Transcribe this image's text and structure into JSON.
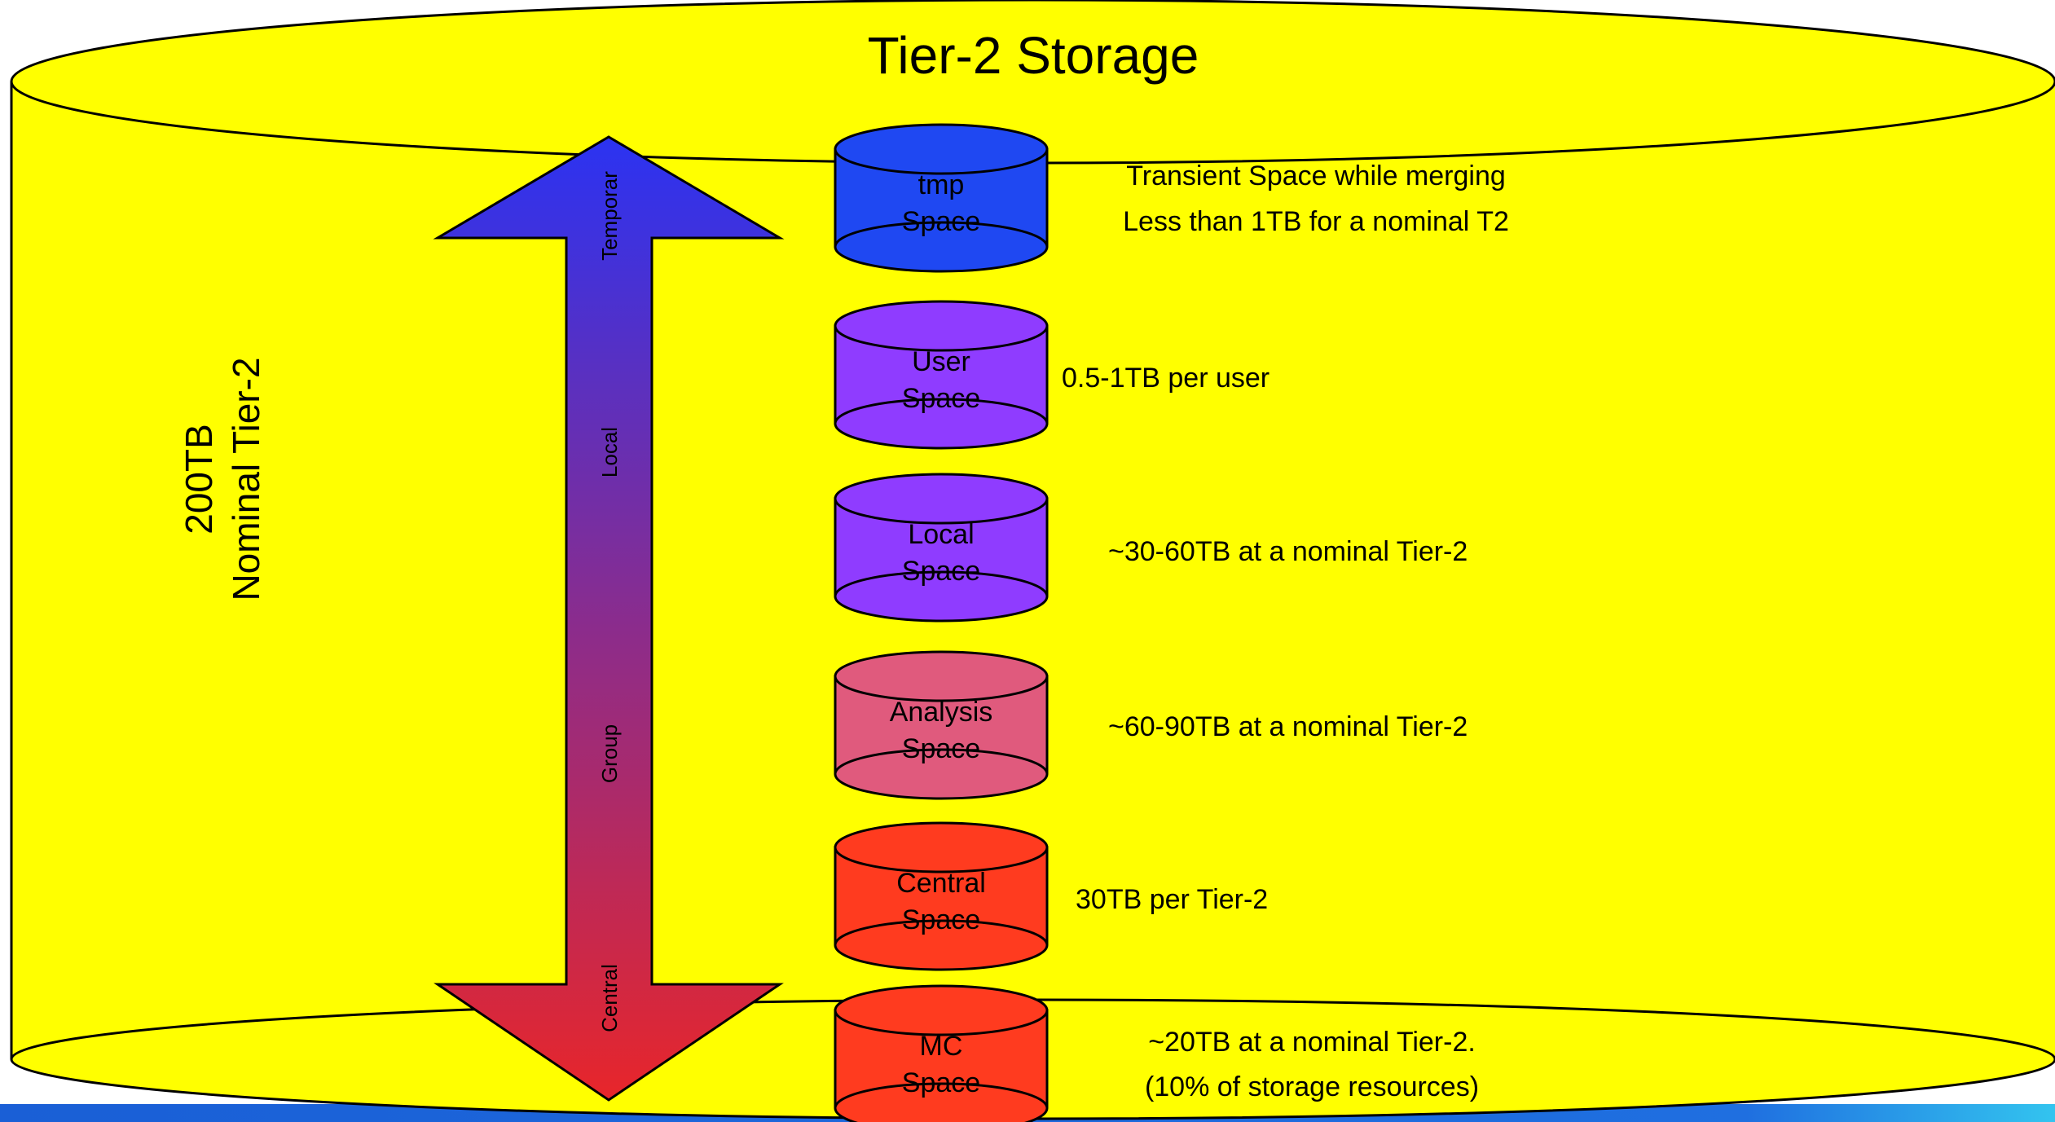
{
  "title": "Tier-2 Storage",
  "side_label": {
    "line1": "200TB",
    "line2": "Nominal Tier-2"
  },
  "arrow": {
    "labels": {
      "temporary": "Temporar",
      "local": "Local",
      "group": "Group",
      "central": "Central"
    },
    "colors": {
      "top": "#2b33f2",
      "bottom": "#e8262a"
    }
  },
  "cylinders": [
    {
      "line1": "tmp",
      "line2": "Space",
      "color": "#1f48f2",
      "description": [
        "Transient Space while merging",
        "Less than 1TB for a nominal T2"
      ]
    },
    {
      "line1": "User",
      "line2": "Space",
      "color": "#8f3cff",
      "description": [
        "0.5-1TB per user"
      ]
    },
    {
      "line1": "Local",
      "line2": "Space",
      "color": "#8f3cff",
      "description": [
        "~30-60TB at a nominal Tier-2"
      ]
    },
    {
      "line1": "Analysis",
      "line2": "Space",
      "color": "#e05a7d",
      "description": [
        "~60-90TB at a nominal Tier-2"
      ]
    },
    {
      "line1": "Central",
      "line2": "Space",
      "color": "#ff3b1f",
      "description": [
        "30TB per Tier-2"
      ]
    },
    {
      "line1": "MC",
      "line2": "Space",
      "color": "#ff3b1f",
      "description": [
        "~20TB at a nominal Tier-2.",
        "(10% of storage resources)"
      ]
    }
  ],
  "colors": {
    "storage_fill": "#ffff00",
    "slide_bar": "#1a66d9"
  }
}
